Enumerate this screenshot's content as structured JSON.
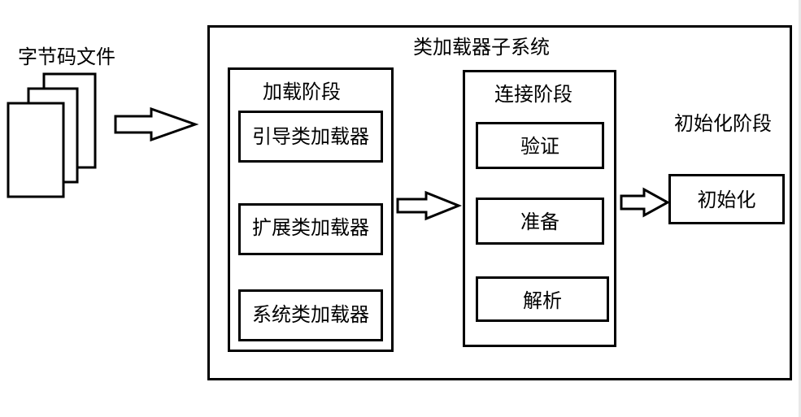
{
  "source_files": {
    "label": "字节码文件"
  },
  "class_loader_subsystem": {
    "title": "类加载器子系统",
    "loading_phase": {
      "title": "加载阶段",
      "loaders": [
        "引导类加载器",
        "扩展类加载器",
        "系统类加载器"
      ]
    },
    "linking_phase": {
      "title": "连接阶段",
      "steps": [
        "验证",
        "准备",
        "解析"
      ]
    },
    "initialization_phase": {
      "title": "初始化阶段",
      "step": "初始化"
    }
  },
  "colors": {
    "stroke": "#000000",
    "background": "#ffffff"
  }
}
